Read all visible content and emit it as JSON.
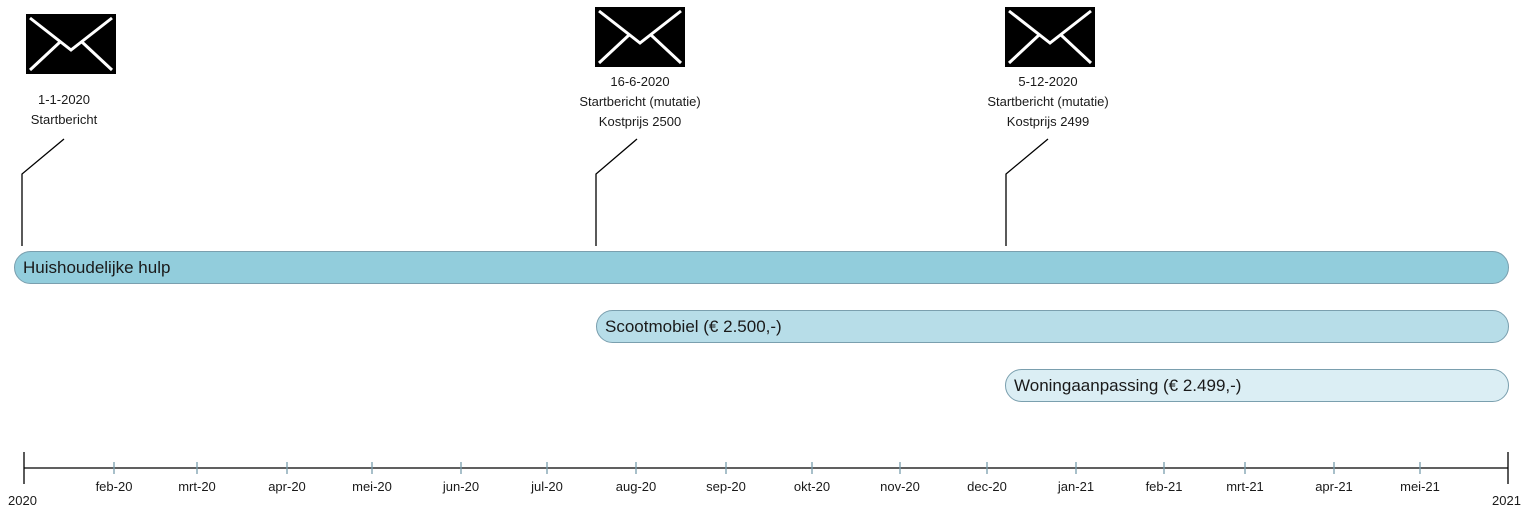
{
  "events": [
    {
      "date": "1-1-2020",
      "lines": [
        "1-1-2020",
        "Startbericht"
      ],
      "icon": "envelope-icon"
    },
    {
      "date": "16-6-2020",
      "lines": [
        "16-6-2020",
        "Startbericht (mutatie)",
        "Kostprijs 2500"
      ],
      "icon": "envelope-icon"
    },
    {
      "date": "5-12-2020",
      "lines": [
        "5-12-2020",
        "Startbericht (mutatie)",
        "Kostprijs 2499"
      ],
      "icon": "envelope-icon"
    }
  ],
  "bars": [
    {
      "label": "Huishoudelijke hulp",
      "color": "#92cddc"
    },
    {
      "label": "Scootmobiel (€ 2.500,-)",
      "color": "#b7dde8"
    },
    {
      "label": "Woningaanpassing (€ 2.499,-)",
      "color": "#dbeef4"
    }
  ],
  "axis": {
    "start_label": "2020",
    "end_label": "2021",
    "months": [
      "feb-20",
      "mrt-20",
      "apr-20",
      "mei-20",
      "jun-20",
      "jul-20",
      "aug-20",
      "sep-20",
      "okt-20",
      "nov-20",
      "dec-20",
      "jan-21",
      "feb-21",
      "mrt-21",
      "apr-21",
      "mei-21"
    ]
  }
}
